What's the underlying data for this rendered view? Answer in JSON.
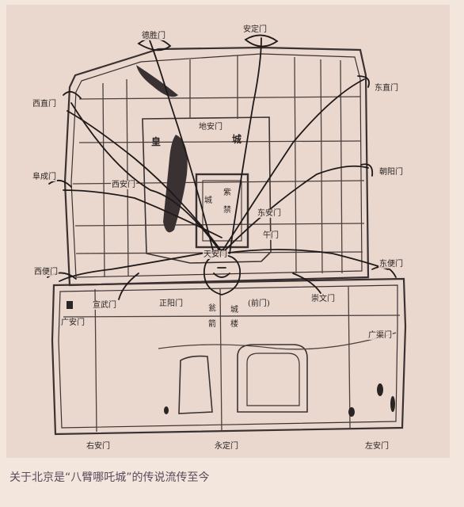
{
  "gates": {
    "deshengmen": "德胜门",
    "andingmen": "安定门",
    "xizhimen": "西直门",
    "dongzhimen": "东直门",
    "fuchengmen": "阜成门",
    "chaoyangmen": "朝阳门",
    "xibianmen": "西便门",
    "dongbianmen": "东便门",
    "xuanwumen": "宣武门",
    "zhengyangmen": "正阳门",
    "qianmen": "(前门)",
    "chongwenmen": "崇文门",
    "guanganmen": "广安门",
    "guangqumen": "广渠门",
    "youanmen": "右安门",
    "yongdingmen": "永定门",
    "zuoanmen": "左安门"
  },
  "landmarks": {
    "di_anmen": "地安门",
    "huang": "皇",
    "cheng": "城",
    "xi_anmen": "西安门",
    "dong_anmen": "东安门",
    "zi": "紫",
    "jin": "禁",
    "cheng2": "城",
    "wumen": "午门",
    "tian_anmen": "天安门",
    "weng": "瓮",
    "cheng3": "城",
    "jian": "箭",
    "lou": "楼"
  },
  "caption": "关于北京是“八臂哪吒城”的传说流传至今"
}
